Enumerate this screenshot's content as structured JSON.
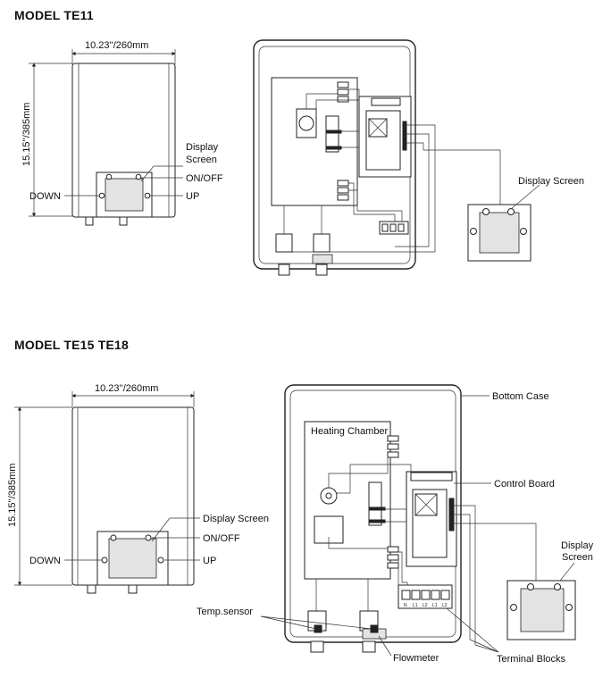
{
  "model_a": {
    "title": "MODEL TE11",
    "dimension_width": "10.23''/260mm",
    "dimension_height": "15.15''/385mm",
    "labels": {
      "display_screen_1": "Display",
      "display_screen_2": "Screen",
      "on_off": "ON/OFF",
      "down": "DOWN",
      "up": "UP",
      "detail_display_screen": "Display Screen"
    }
  },
  "model_b": {
    "title": "MODEL   TE15  TE18",
    "dimension_width": "10.23''/260mm",
    "dimension_height": "15.15''/385mm",
    "labels": {
      "display_screen": "Display Screen",
      "on_off": "ON/OFF",
      "down": "DOWN",
      "up": "UP",
      "bottom_case": "Bottom Case",
      "heating_chamber": "Heating Chamber",
      "control_board": "Control Board",
      "detail_display_1": "Display",
      "detail_display_2": "Screen",
      "temp_sensor": "Temp.sensor",
      "flowmeter": "Flowmeter",
      "terminal_blocks": "Terminal Blocks",
      "terminal_codes": [
        "N",
        "L1",
        "L2",
        "L1",
        "L2"
      ]
    }
  },
  "colors": {
    "line": "#222222",
    "background": "#ffffff",
    "shade": "#e3e3e3"
  }
}
